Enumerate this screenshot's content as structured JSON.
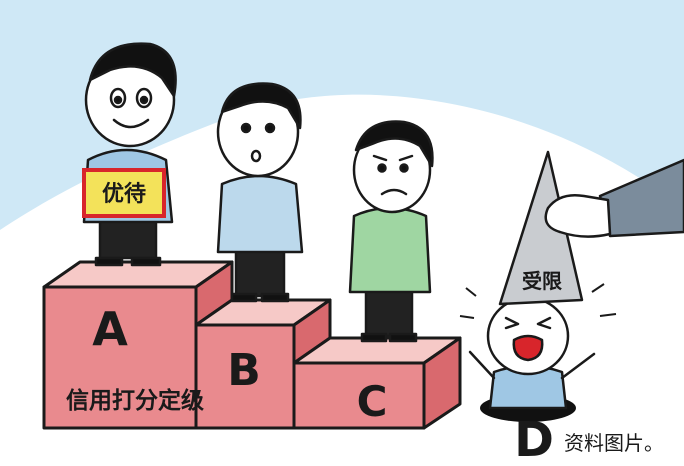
{
  "steps": [
    {
      "grade": "A"
    },
    {
      "grade": "B"
    },
    {
      "grade": "C"
    }
  ],
  "figure_d": {
    "grade": "D",
    "hat_text": "受限"
  },
  "sign_text": "优待",
  "platform_label": "信用打分定级",
  "caption": "资料图片。",
  "colors": {
    "sky": "#cfe8f6",
    "step_face": "#e98a8e",
    "step_top": "#f6c9c7",
    "step_side": "#d9696e",
    "outline": "#1a1a1a",
    "sign_fill": "#f3e25a",
    "sign_border": "#d8252b",
    "shirt_blue": "#9fc7e4",
    "shirt_green": "#9fd6a2",
    "hat_gray": "#c9ccd0"
  }
}
